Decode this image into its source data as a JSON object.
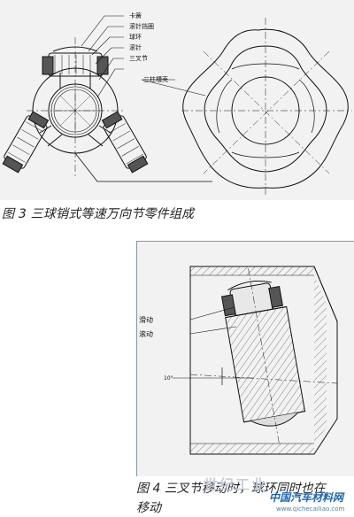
{
  "figure3": {
    "labels": {
      "card_spring": "卡簧",
      "needle_retainer": "滚针挡圈",
      "ball_ring": "球环",
      "needle": "滚针",
      "tripod": "三叉节",
      "housing": "三柱槽壳"
    },
    "caption": "图 3  三球销式等速万向节零件组成"
  },
  "figure4": {
    "labels": {
      "sliding": "滑动",
      "rolling": "滚动",
      "angle": "10°"
    },
    "caption_line1": "图 4  三叉节移动时，球环同时也在",
    "caption_line2": "移动"
  },
  "watermark": {
    "text": "世纪工业",
    "site_cn": "中国汽车材料网",
    "site_url": "www.qichecailiao.com"
  }
}
